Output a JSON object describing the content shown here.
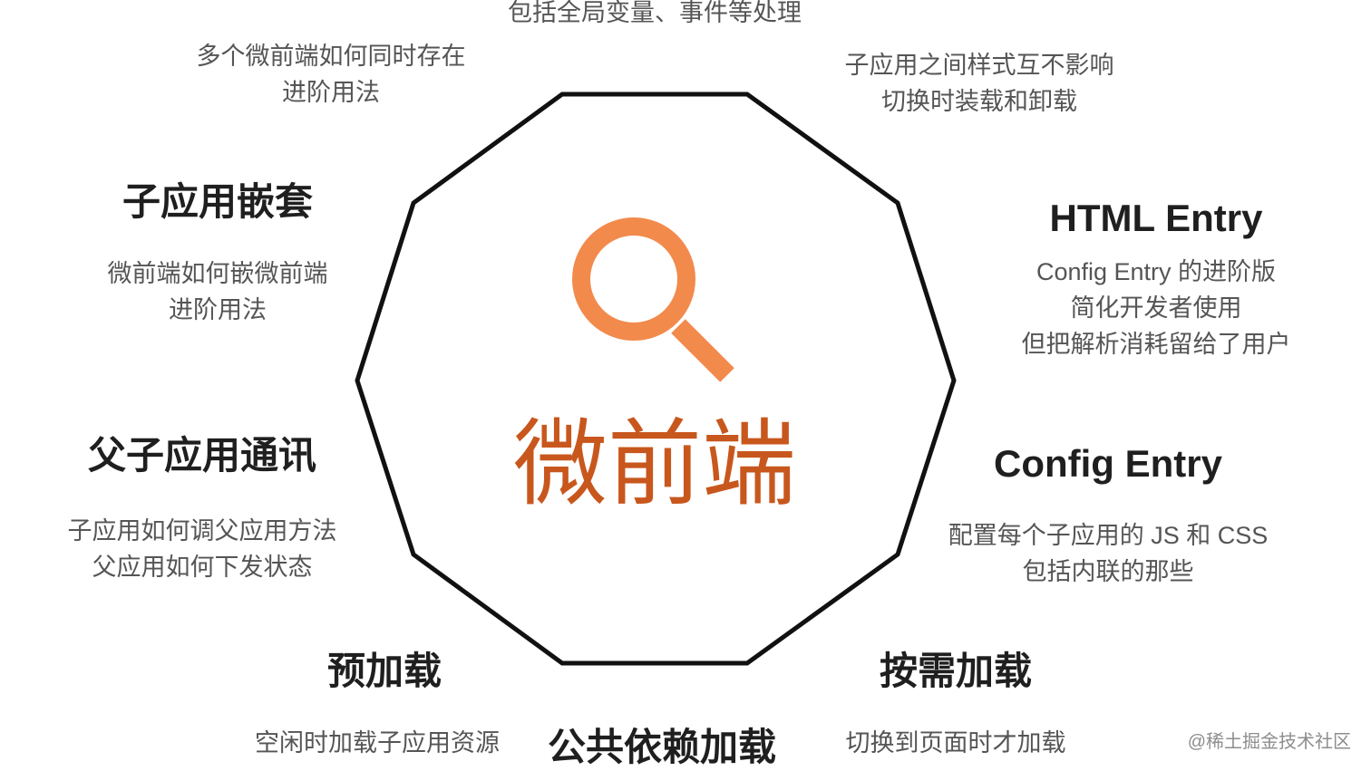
{
  "center": {
    "label": "微前端"
  },
  "colors": {
    "accent": "#f28a4c",
    "center_text": "#c8571d",
    "outline": "#111111"
  },
  "icons": {
    "center": "magnifier-icon"
  },
  "blocks": {
    "top_left": {
      "desc_lines": [
        "多个微前端如何同时存在",
        "进阶用法"
      ]
    },
    "top_center": {
      "desc_lines": [
        "包括全局变量、事件等处理"
      ]
    },
    "top_right": {
      "desc_lines": [
        "子应用之间样式互不影响",
        "切换时装载和卸载"
      ]
    },
    "nesting": {
      "title": "子应用嵌套",
      "desc_lines": [
        "微前端如何嵌微前端",
        "进阶用法"
      ]
    },
    "html_entry": {
      "title": "HTML Entry",
      "desc_lines": [
        "Config Entry 的进阶版",
        "简化开发者使用",
        "但把解析消耗留给了用户"
      ]
    },
    "communication": {
      "title": "父子应用通讯",
      "desc_lines": [
        "子应用如何调父应用方法",
        "父应用如何下发状态"
      ]
    },
    "config_entry": {
      "title": "Config Entry",
      "desc_lines": [
        "配置每个子应用的 JS 和 CSS",
        "包括内联的那些"
      ]
    },
    "preload": {
      "title": "预加载",
      "desc_lines": [
        "空闲时加载子应用资源"
      ]
    },
    "common_deps": {
      "title": "公共依赖加载"
    },
    "on_demand": {
      "title": "按需加载",
      "desc_lines": [
        "切换到页面时才加载"
      ]
    }
  },
  "watermark": "@稀土掘金技术社区"
}
